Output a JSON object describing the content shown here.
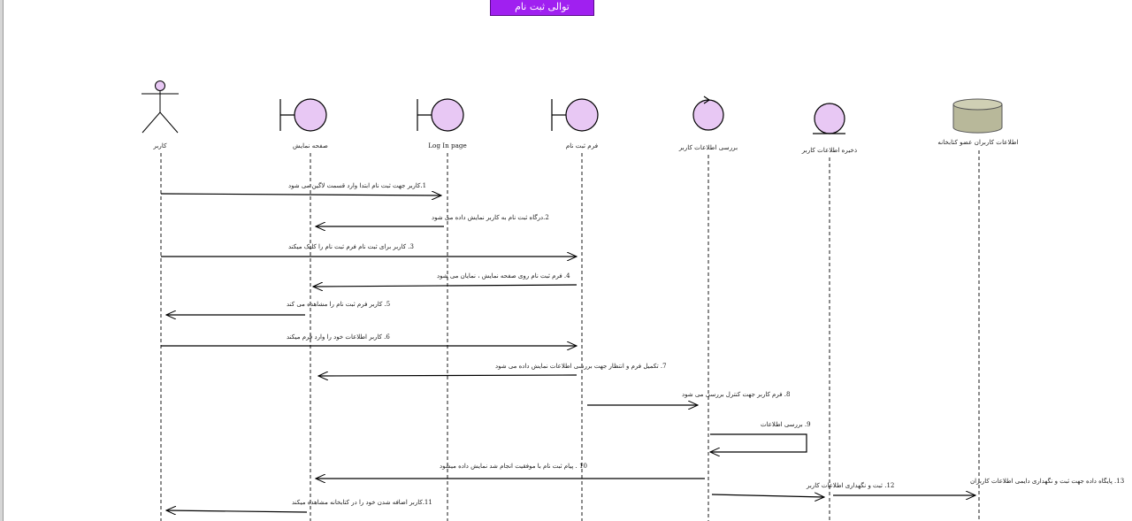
{
  "title": "توالی ثبت نام",
  "lifelines": [
    {
      "kind": "actor",
      "icon": "actor-icon",
      "label": "کاربر"
    },
    {
      "kind": "boundary",
      "icon": "boundary-icon",
      "label": "صفحه نمایش"
    },
    {
      "kind": "boundary",
      "icon": "boundary-icon",
      "label": "Log In page"
    },
    {
      "kind": "boundary",
      "icon": "boundary-icon",
      "label": "فرم ثبت نام"
    },
    {
      "kind": "control",
      "icon": "control-icon",
      "label": "بررسی اطلاعات کاربر"
    },
    {
      "kind": "entity",
      "icon": "entity-icon",
      "label": "ذخیره اطلاعات کاربر"
    },
    {
      "kind": "database",
      "icon": "database-icon",
      "label": "اطلاعات کاربران عضو کتابخانه"
    }
  ],
  "messages": [
    {
      "from": 0,
      "to": 2,
      "text": "1.کاربر جهت ثبت نام ابتدا وارد  قسمت لاگین می شود"
    },
    {
      "from": 2,
      "to": 1,
      "text": "2.درگاه ثبت نام به کاربر نمایش داده می شود"
    },
    {
      "from": 0,
      "to": 3,
      "text": "3. کاربر برای ثبت نام فرم ثبت نام را کلیک میکند"
    },
    {
      "from": 3,
      "to": 1,
      "text": "4. فرم ثبت نام روی صفحه نمایش ، نمایان می شود"
    },
    {
      "from": 1,
      "to": 0,
      "text": "5. کاربر فرم ثبت نام را مشاهده می کند"
    },
    {
      "from": 0,
      "to": 3,
      "text": "6. کاربر اطلاعات خود را وارد فرم میکند"
    },
    {
      "from": 3,
      "to": 1,
      "text": "7. تکمیل فرم و انتظار جهت بررسی اطلاعات نمایش داده می شود"
    },
    {
      "from": 3,
      "to": 4,
      "text": "8. فرم کاربر جهت کنترل بررسی می شود"
    },
    {
      "from": 4,
      "to": 4,
      "text": "9. بررسی اطلاعات"
    },
    {
      "from": 4,
      "to": 1,
      "text": "10 . پیام ثبت نام با موفقیت انجام شد نمایش داده میشود"
    },
    {
      "from": 4,
      "to": 5,
      "text": "12. ثبت و نگهداری اطلاعات کاربر"
    },
    {
      "from": 5,
      "to": 6,
      "text": "13. پایگاه داده جهت ثبت و نگهداری دایمی اطلاعات کاربران"
    },
    {
      "from": 1,
      "to": 0,
      "text": "11.کاربر اضافه شدن خود را در کتابخانه مشاهده میکند"
    }
  ]
}
